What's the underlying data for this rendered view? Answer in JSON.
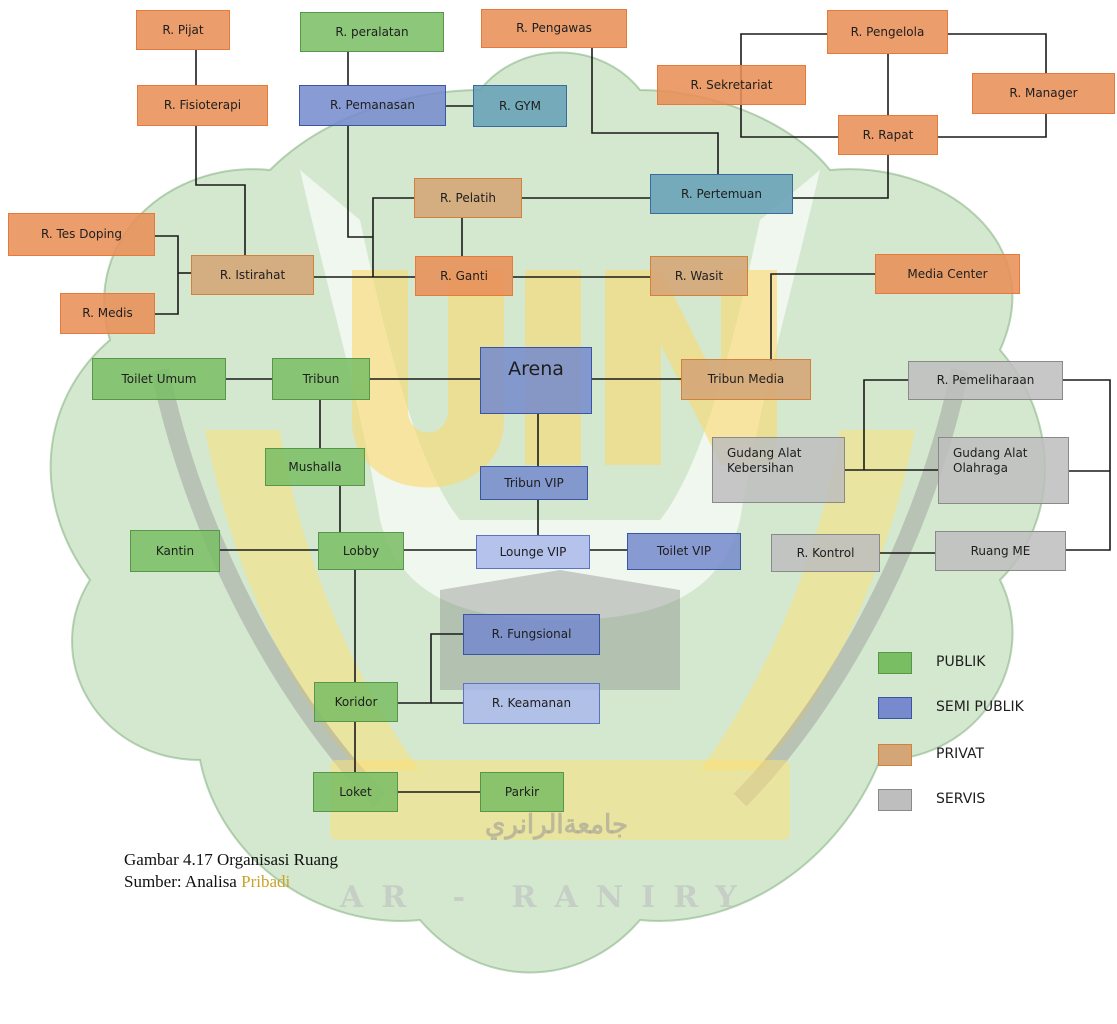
{
  "rooms": {
    "pijat": "R. Pijat",
    "fisioterapi": "R. Fisioterapi",
    "peralatan": "R. peralatan",
    "pemanasan": "R. Pemanasan",
    "gym": "R. GYM",
    "pengawas": "R. Pengawas",
    "pengelola": "R. Pengelola",
    "sekretariat": "R. Sekretariat",
    "manager": "R. Manager",
    "rapat": "R. Rapat",
    "pertemuan": "R. Pertemuan",
    "pelatih": "R. Pelatih",
    "tes_doping": "R. Tes Doping",
    "istirahat": "R. Istirahat",
    "ganti": "R. Ganti",
    "wasit": "R. Wasit",
    "media_center": "Media Center",
    "medis": "R. Medis",
    "toilet_umum": "Toilet Umum",
    "tribun": "Tribun",
    "arena": "Arena",
    "tribun_media": "Tribun Media",
    "pemeliharaan": "R. Pemeliharaan",
    "mushalla": "Mushalla",
    "gudang_kebersihan_1": "Gudang Alat",
    "gudang_kebersihan_2": "Kebersihan",
    "gudang_olahraga_1": "Gudang Alat",
    "gudang_olahraga_2": "Olahraga",
    "tribun_vip": "Tribun VIP",
    "kantin": "Kantin",
    "lobby": "Lobby",
    "lounge_vip": "Lounge VIP",
    "toilet_vip": "Toilet VIP",
    "kontrol": "R. Kontrol",
    "ruang_me": "Ruang ME",
    "fungsional": "R. Fungsional",
    "koridor": "Koridor",
    "keamanan": "R. Keamanan",
    "loket": "Loket",
    "parkir": "Parkir"
  },
  "legend": [
    {
      "label": "PUBLIK",
      "color": "#7abe64"
    },
    {
      "label": "SEMI PUBLIK",
      "color": "#768acd"
    },
    {
      "label": "PRIVAT",
      "color": "#d4a576"
    },
    {
      "label": "SERVIS",
      "color": "#bebebe"
    }
  ],
  "caption": {
    "title": "Gambar 4.17 Organisasi Ruang",
    "source_label": "Sumber: Analisa ",
    "source_highlight": "Pribadi"
  },
  "watermark": {
    "text": "AR - RANIRY",
    "arabic": "جامعةالرانري",
    "letters": "UIN"
  }
}
